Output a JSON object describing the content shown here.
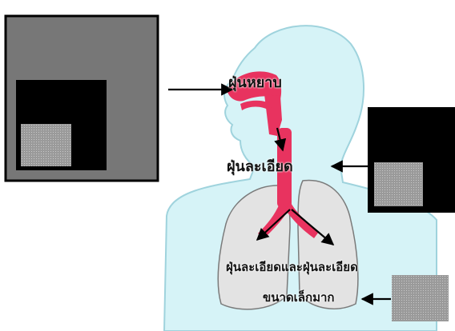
{
  "labels": {
    "coarse_dust": "ฝุ่นหยาบ",
    "fine_dust": "ฝุ่นละเอียด",
    "very_fine_dust_line1": "ฝุ่นละเอียดและฝุ่นละเอียด",
    "very_fine_dust_line2": "ขนาดเล็กมาก"
  },
  "colors": {
    "body": "#d6f3f7",
    "body_outline": "#9fd3dd",
    "airway": "#e8335f",
    "lung": "#e3e3e3",
    "lung_outline": "#7a7a7a",
    "box_outer": "#777777",
    "box_inner": "#000000",
    "box_particle": "#9a9a9a"
  },
  "icons": {
    "arrow": "arrow-icon",
    "particle": "dust-particle-icon"
  }
}
